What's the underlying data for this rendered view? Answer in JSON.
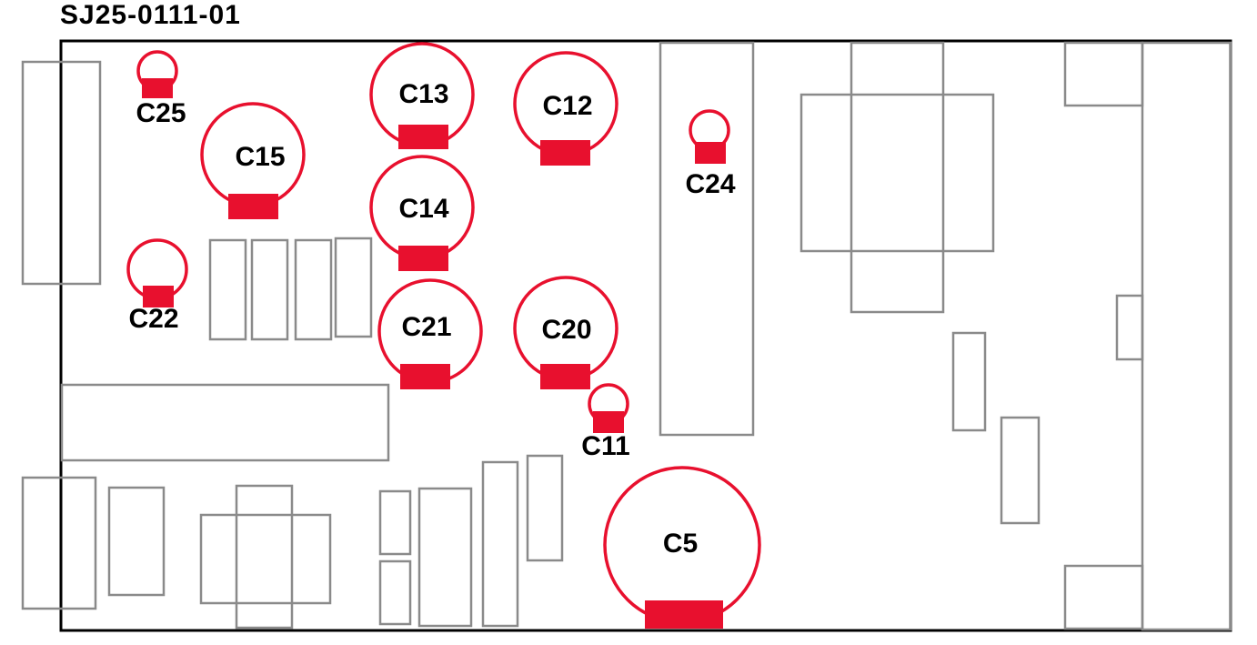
{
  "board": {
    "title": "SJ25-0111-01"
  },
  "colors": {
    "capacitor": "#e8102e",
    "component_outline": "#8a8a8a",
    "board_outline": "#000000"
  },
  "capacitors": [
    {
      "label": "C25"
    },
    {
      "label": "C15"
    },
    {
      "label": "C13"
    },
    {
      "label": "C12"
    },
    {
      "label": "C14"
    },
    {
      "label": "C24"
    },
    {
      "label": "C22"
    },
    {
      "label": "C21"
    },
    {
      "label": "C20"
    },
    {
      "label": "C11"
    },
    {
      "label": "C5"
    }
  ]
}
